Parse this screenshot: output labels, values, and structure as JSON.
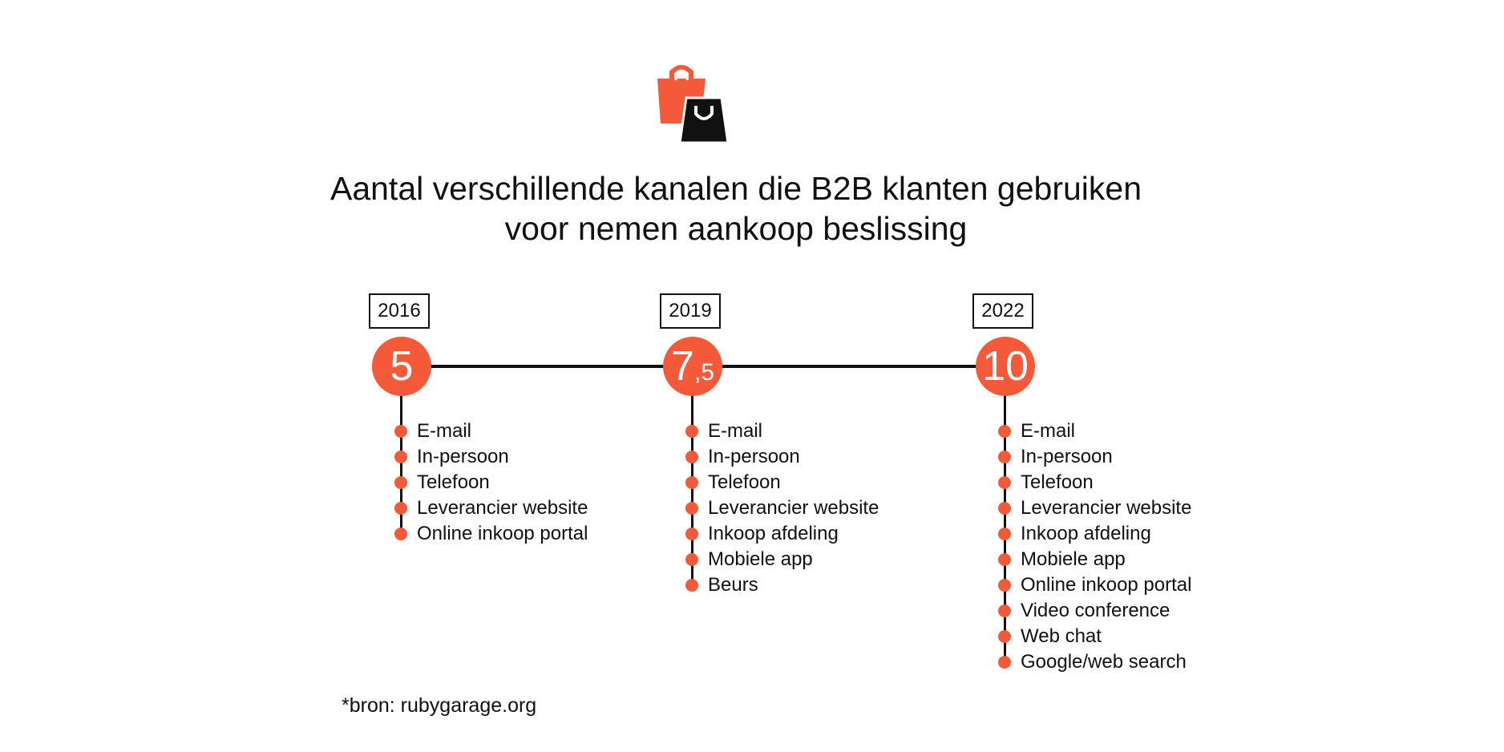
{
  "colors": {
    "accent": "#f4593a",
    "dark": "#111111",
    "background": "#ffffff"
  },
  "header": {
    "icon": "shopping-bags-icon",
    "title_line1": "Aantal verschillende kanalen die B2B klanten gebruiken",
    "title_line2": "voor nemen aankoop beslissing"
  },
  "timeline": [
    {
      "year": "2016",
      "count_main": "5",
      "count_small": "",
      "channels": [
        "E-mail",
        "In-persoon",
        "Telefoon",
        "Leverancier website",
        "Online inkoop portal"
      ]
    },
    {
      "year": "2019",
      "count_main": "7",
      "count_small": ",5",
      "channels": [
        "E-mail",
        "In-persoon",
        "Telefoon",
        "Leverancier website",
        "Inkoop afdeling",
        "Mobiele app",
        "Beurs"
      ]
    },
    {
      "year": "2022",
      "count_main": "10",
      "count_small": "",
      "channels": [
        "E-mail",
        "In-persoon",
        "Telefoon",
        "Leverancier website",
        "Inkoop afdeling",
        "Mobiele app",
        "Online inkoop portal",
        "Video conference",
        "Web chat",
        "Google/web search"
      ]
    }
  ],
  "footer": {
    "source": "*bron: rubygarage.org"
  }
}
